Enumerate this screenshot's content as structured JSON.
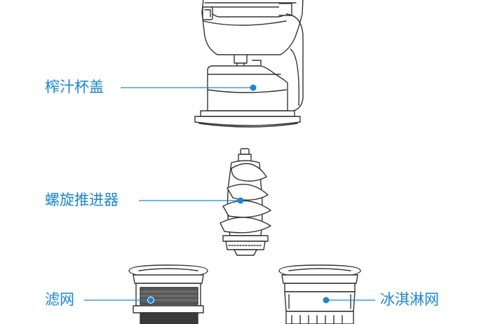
{
  "accent_color": "#1a86d6",
  "line_color": "#333333",
  "labels": {
    "juice_cup_lid": "榨汁杯盖",
    "auger": "螺旋推进器",
    "filter": "滤网",
    "ice_cream_strainer": "冰淇淋网"
  }
}
